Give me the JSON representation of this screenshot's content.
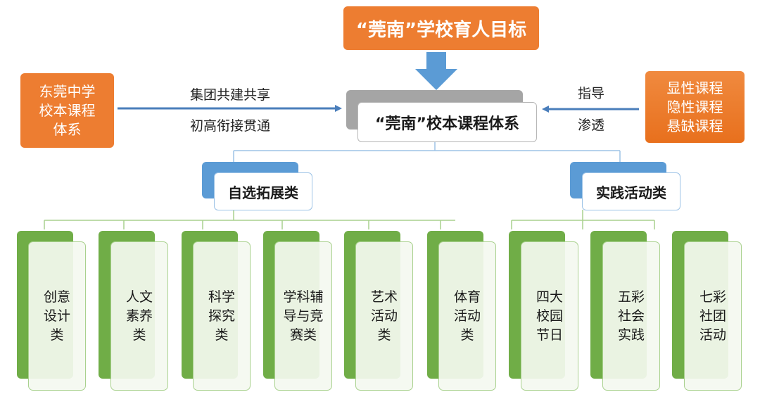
{
  "goal": {
    "label": "“莞南”学校育人目标"
  },
  "core": {
    "label": "“莞南”校本课程体系"
  },
  "left_source": {
    "label": "东莞中学\n校本课程\n体系"
  },
  "left_arrow": {
    "top_label": "集团共建共享",
    "bottom_label": "初高衔接贯通"
  },
  "right_source": {
    "label": "显性课程\n隐性课程\n悬缺课程"
  },
  "right_arrow": {
    "top_label": "指导",
    "bottom_label": "渗透"
  },
  "colors": {
    "orange": "#ed7d31",
    "blue": "#5b9bd5",
    "green": "#70ad47",
    "gray": "#a5a5a5"
  },
  "categories": [
    {
      "label": "自选拓展类",
      "items": [
        "创意\n设计\n类",
        "人文\n素养\n类",
        "科学\n探究\n类",
        "学科辅\n导与竞\n赛类",
        "艺术\n活动\n类",
        "体育\n活动\n类"
      ]
    },
    {
      "label": "实践活动类",
      "items": [
        "四大\n校园\n节日",
        "五彩\n社会\n实践",
        "七彩\n社团\n活动"
      ]
    }
  ]
}
